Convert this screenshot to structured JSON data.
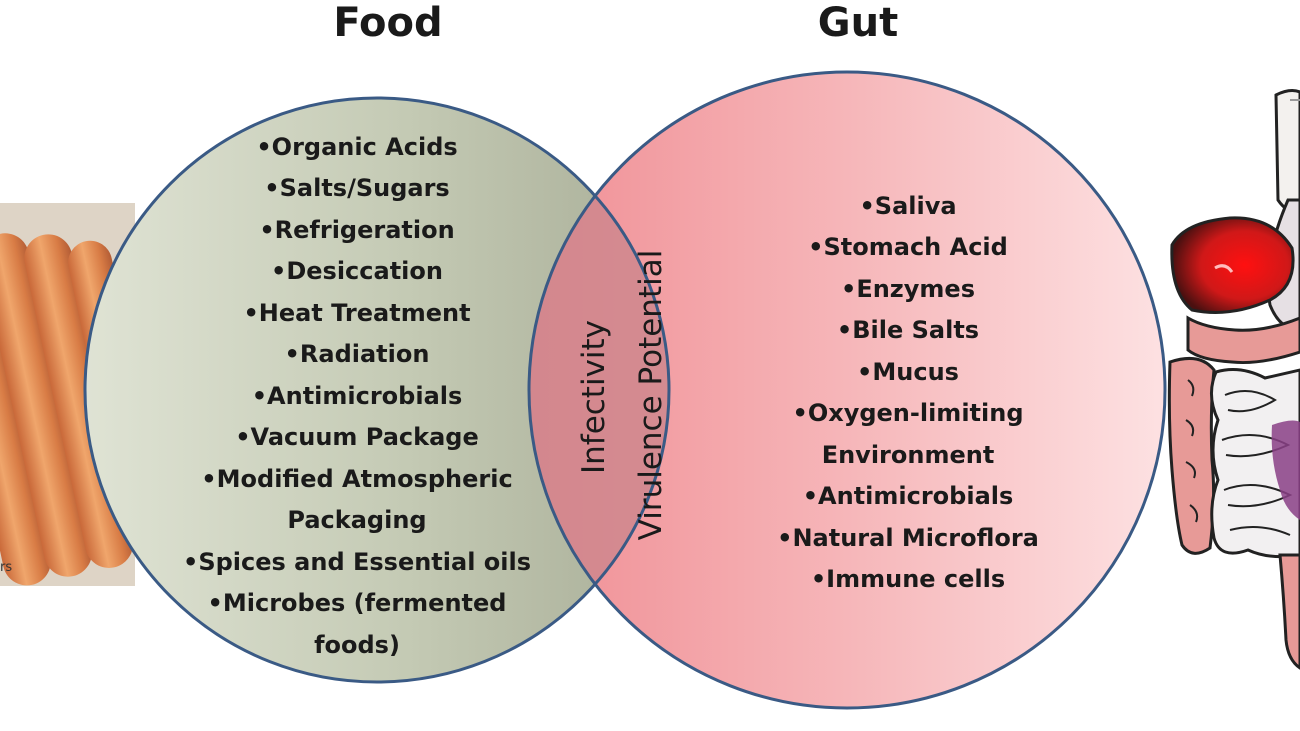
{
  "titles": {
    "food": "Food",
    "gut": "Gut"
  },
  "food": {
    "items": [
      "•Organic Acids",
      "•Salts/Sugars",
      "•Refrigeration",
      "•Desiccation",
      "•Heat Treatment",
      "•Radiation",
      "•Antimicrobials",
      "•Vacuum Package",
      "•Modified Atmospheric",
      "Packaging",
      "•Spices and Essential oils",
      "•Microbes (fermented",
      "foods)"
    ]
  },
  "gut": {
    "items": [
      "•Saliva",
      "•Stomach Acid",
      "•Enzymes",
      "•Bile Salts",
      "•Mucus",
      "•Oxygen-limiting",
      "Environment",
      "•Antimicrobials",
      "•Natural Microflora",
      "•Immune cells"
    ]
  },
  "overlap": {
    "line1": "Infectivity",
    "line2": "Virulence Potential"
  },
  "photo": {
    "partial_label": "rs"
  },
  "colors": {
    "food_circle": "#c2c8b2",
    "gut_circle": "#f4b7ba",
    "overlap": "#d7939a",
    "outline": "#3a5a85"
  },
  "icons": {
    "left_image": "sausages-package-photo",
    "right_image": "digestive-system-illustration"
  }
}
